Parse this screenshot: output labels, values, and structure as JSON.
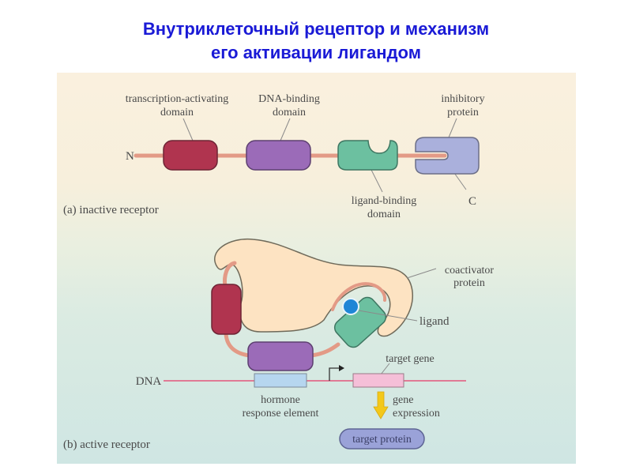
{
  "title": {
    "line1": "Внутриклеточный рецептор и механизм",
    "line2": "его активации лигандом"
  },
  "panel_a": {
    "caption": "(a) inactive receptor",
    "n_terminus": "N",
    "c_terminus": "C",
    "labels": {
      "transcription_activating_1": "transcription-activating",
      "transcription_activating_2": "domain",
      "dna_binding_1": "DNA-binding",
      "dna_binding_2": "domain",
      "inhibitory_1": "inhibitory",
      "inhibitory_2": "protein",
      "ligand_binding_1": "ligand-binding",
      "ligand_binding_2": "domain"
    }
  },
  "panel_b": {
    "caption": "(b) active receptor",
    "dna": "DNA",
    "labels": {
      "coactivator_1": "coactivator",
      "coactivator_2": "protein",
      "ligand": "ligand",
      "target_gene": "target gene",
      "hre_1": "hormone",
      "hre_2": "response element",
      "gene_expression_1": "gene",
      "gene_expression_2": "expression",
      "target_protein": "target protein"
    }
  },
  "colors": {
    "title": "#1a1ad6",
    "transcription_domain": "#b0344f",
    "dna_binding_domain": "#9b6bb8",
    "ligand_binding_domain": "#6cc0a0",
    "inhibitory_protein": "#aab0dc",
    "linker": "#e39a86",
    "coactivator": "#fde3c2",
    "ligand": "#1f86d6",
    "dna_line": "#e07a95",
    "hre": "#b6d6ef",
    "target_gene": "#f5bfd8",
    "arrow": "#f3c81a",
    "target_protein": "#9aa2d8"
  }
}
